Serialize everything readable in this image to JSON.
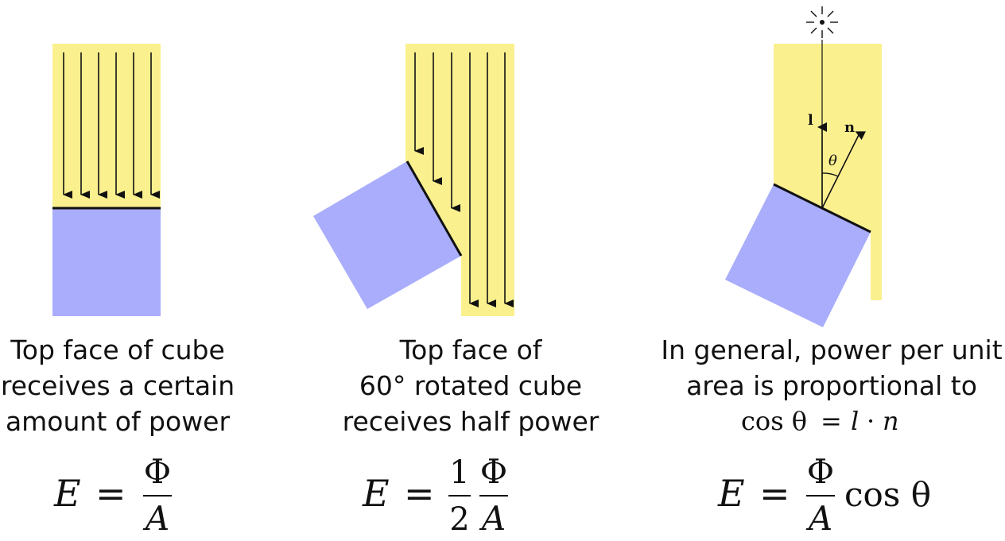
{
  "colors": {
    "light_beam": "#faf08e",
    "cube": "#a9adfb",
    "ink": "#111111"
  },
  "panels": [
    {
      "caption_lines": [
        "Top face of cube",
        "receives a certain",
        "amount of power"
      ],
      "formula": {
        "lhs": "E",
        "eq": "=",
        "num": "Φ",
        "den": "A"
      }
    },
    {
      "caption_lines": [
        "Top face of",
        "60° rotated cube",
        "receives half power"
      ],
      "formula": {
        "lhs": "E",
        "eq": "=",
        "coef_num": "1",
        "coef_den": "2",
        "num": "Φ",
        "den": "A"
      }
    },
    {
      "caption_lines": [
        "In general, power per unit",
        "area is proportional to"
      ],
      "caption_math": {
        "lhs": "cos θ",
        "eq": "=",
        "rhs_l": "l",
        "dot": "·",
        "rhs_n": "n"
      },
      "formula": {
        "lhs": "E",
        "eq": "=",
        "num": "Φ",
        "den": "A",
        "tail": "cos θ"
      },
      "labels": {
        "light_vector": "l",
        "normal_vector": "n",
        "angle": "θ"
      }
    }
  ]
}
